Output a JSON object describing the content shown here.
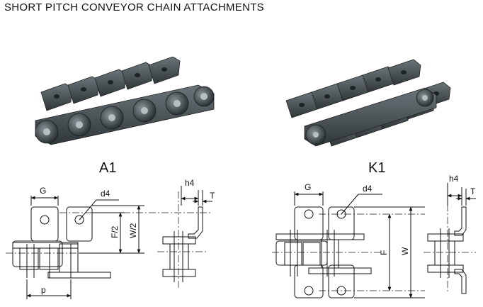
{
  "title": "SHORT PITCH CONVEYOR CHAIN ATTACHMENTS",
  "attachments": [
    {
      "type": "A1",
      "dimension_labels": {
        "G": "G",
        "d4": "d4",
        "p": "p",
        "F_half": "F/2",
        "W_half": "W/2",
        "h4": "h4",
        "T": "T"
      }
    },
    {
      "type": "K1",
      "dimension_labels": {
        "G": "G",
        "d4": "d4",
        "F": "F",
        "W": "W",
        "h4": "h4",
        "T": "T"
      }
    }
  ],
  "colors": {
    "chain_dark": "#3f474b",
    "chain_mid": "#5a6468",
    "chain_light": "#8a9498",
    "line": "#111111",
    "dash": "#555555"
  }
}
